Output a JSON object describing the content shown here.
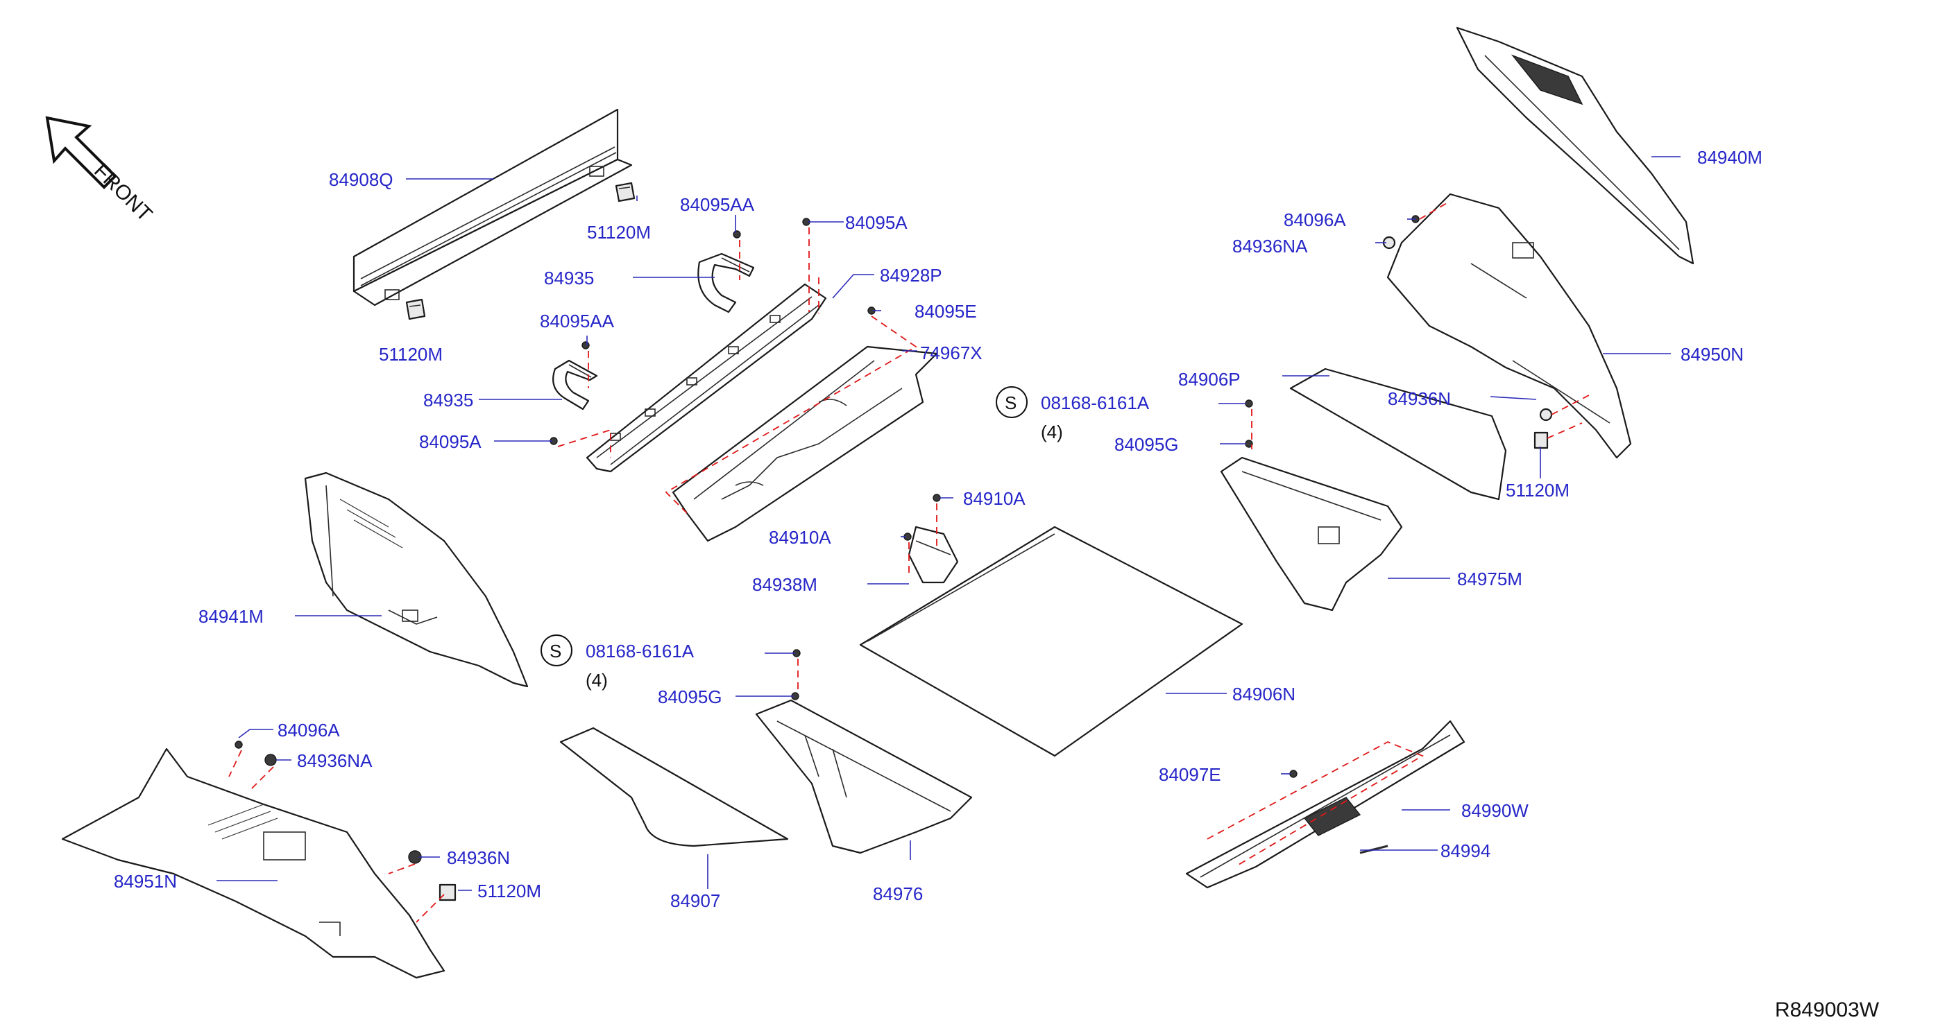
{
  "front_label": "FRONT",
  "ref_code": "R849003W",
  "labels": {
    "l_84908Q": "84908Q",
    "l_51120M_a": "51120M",
    "l_51120M_b": "51120M",
    "l_84095AA_a": "84095AA",
    "l_84095A_a": "84095A",
    "l_84935_a": "84935",
    "l_84928P": "84928P",
    "l_84095E": "84095E",
    "l_84095AA_b": "84095AA",
    "l_74967X": "74967X",
    "l_84935_b": "84935",
    "l_84095A_b": "84095A",
    "l_84941M": "84941M",
    "l_84910A_a": "84910A",
    "l_84910A_b": "84910A",
    "l_84938M": "84938M",
    "l_08168_a": "08168-6161A",
    "l_qty_a": "(4)",
    "l_08168_b": "08168-6161A",
    "l_qty_b": "(4)",
    "l_84095G_a": "84095G",
    "l_84095G_b": "84095G",
    "l_84906P": "84906P",
    "l_84936N_a": "84936N",
    "l_84940M": "84940M",
    "l_84096A_a": "84096A",
    "l_84936NA_a": "84936NA",
    "l_84950N": "84950N",
    "l_51120M_c": "51120M",
    "l_84975M": "84975M",
    "l_84906N": "84906N",
    "l_84097E": "84097E",
    "l_84990W": "84990W",
    "l_84994": "84994",
    "l_84096A_b": "84096A",
    "l_84936NA_b": "84936NA",
    "l_84936N_b": "84936N",
    "l_51120M_d": "51120M",
    "l_84951N": "84951N",
    "l_84907": "84907",
    "l_84976": "84976"
  },
  "symbols": {
    "s_a": "S",
    "s_b": "S"
  },
  "colors": {
    "label": "#2626c8",
    "leader": "#2a2ab8",
    "dashed_guide": "#e01818",
    "outline": "#1a1a1a"
  }
}
